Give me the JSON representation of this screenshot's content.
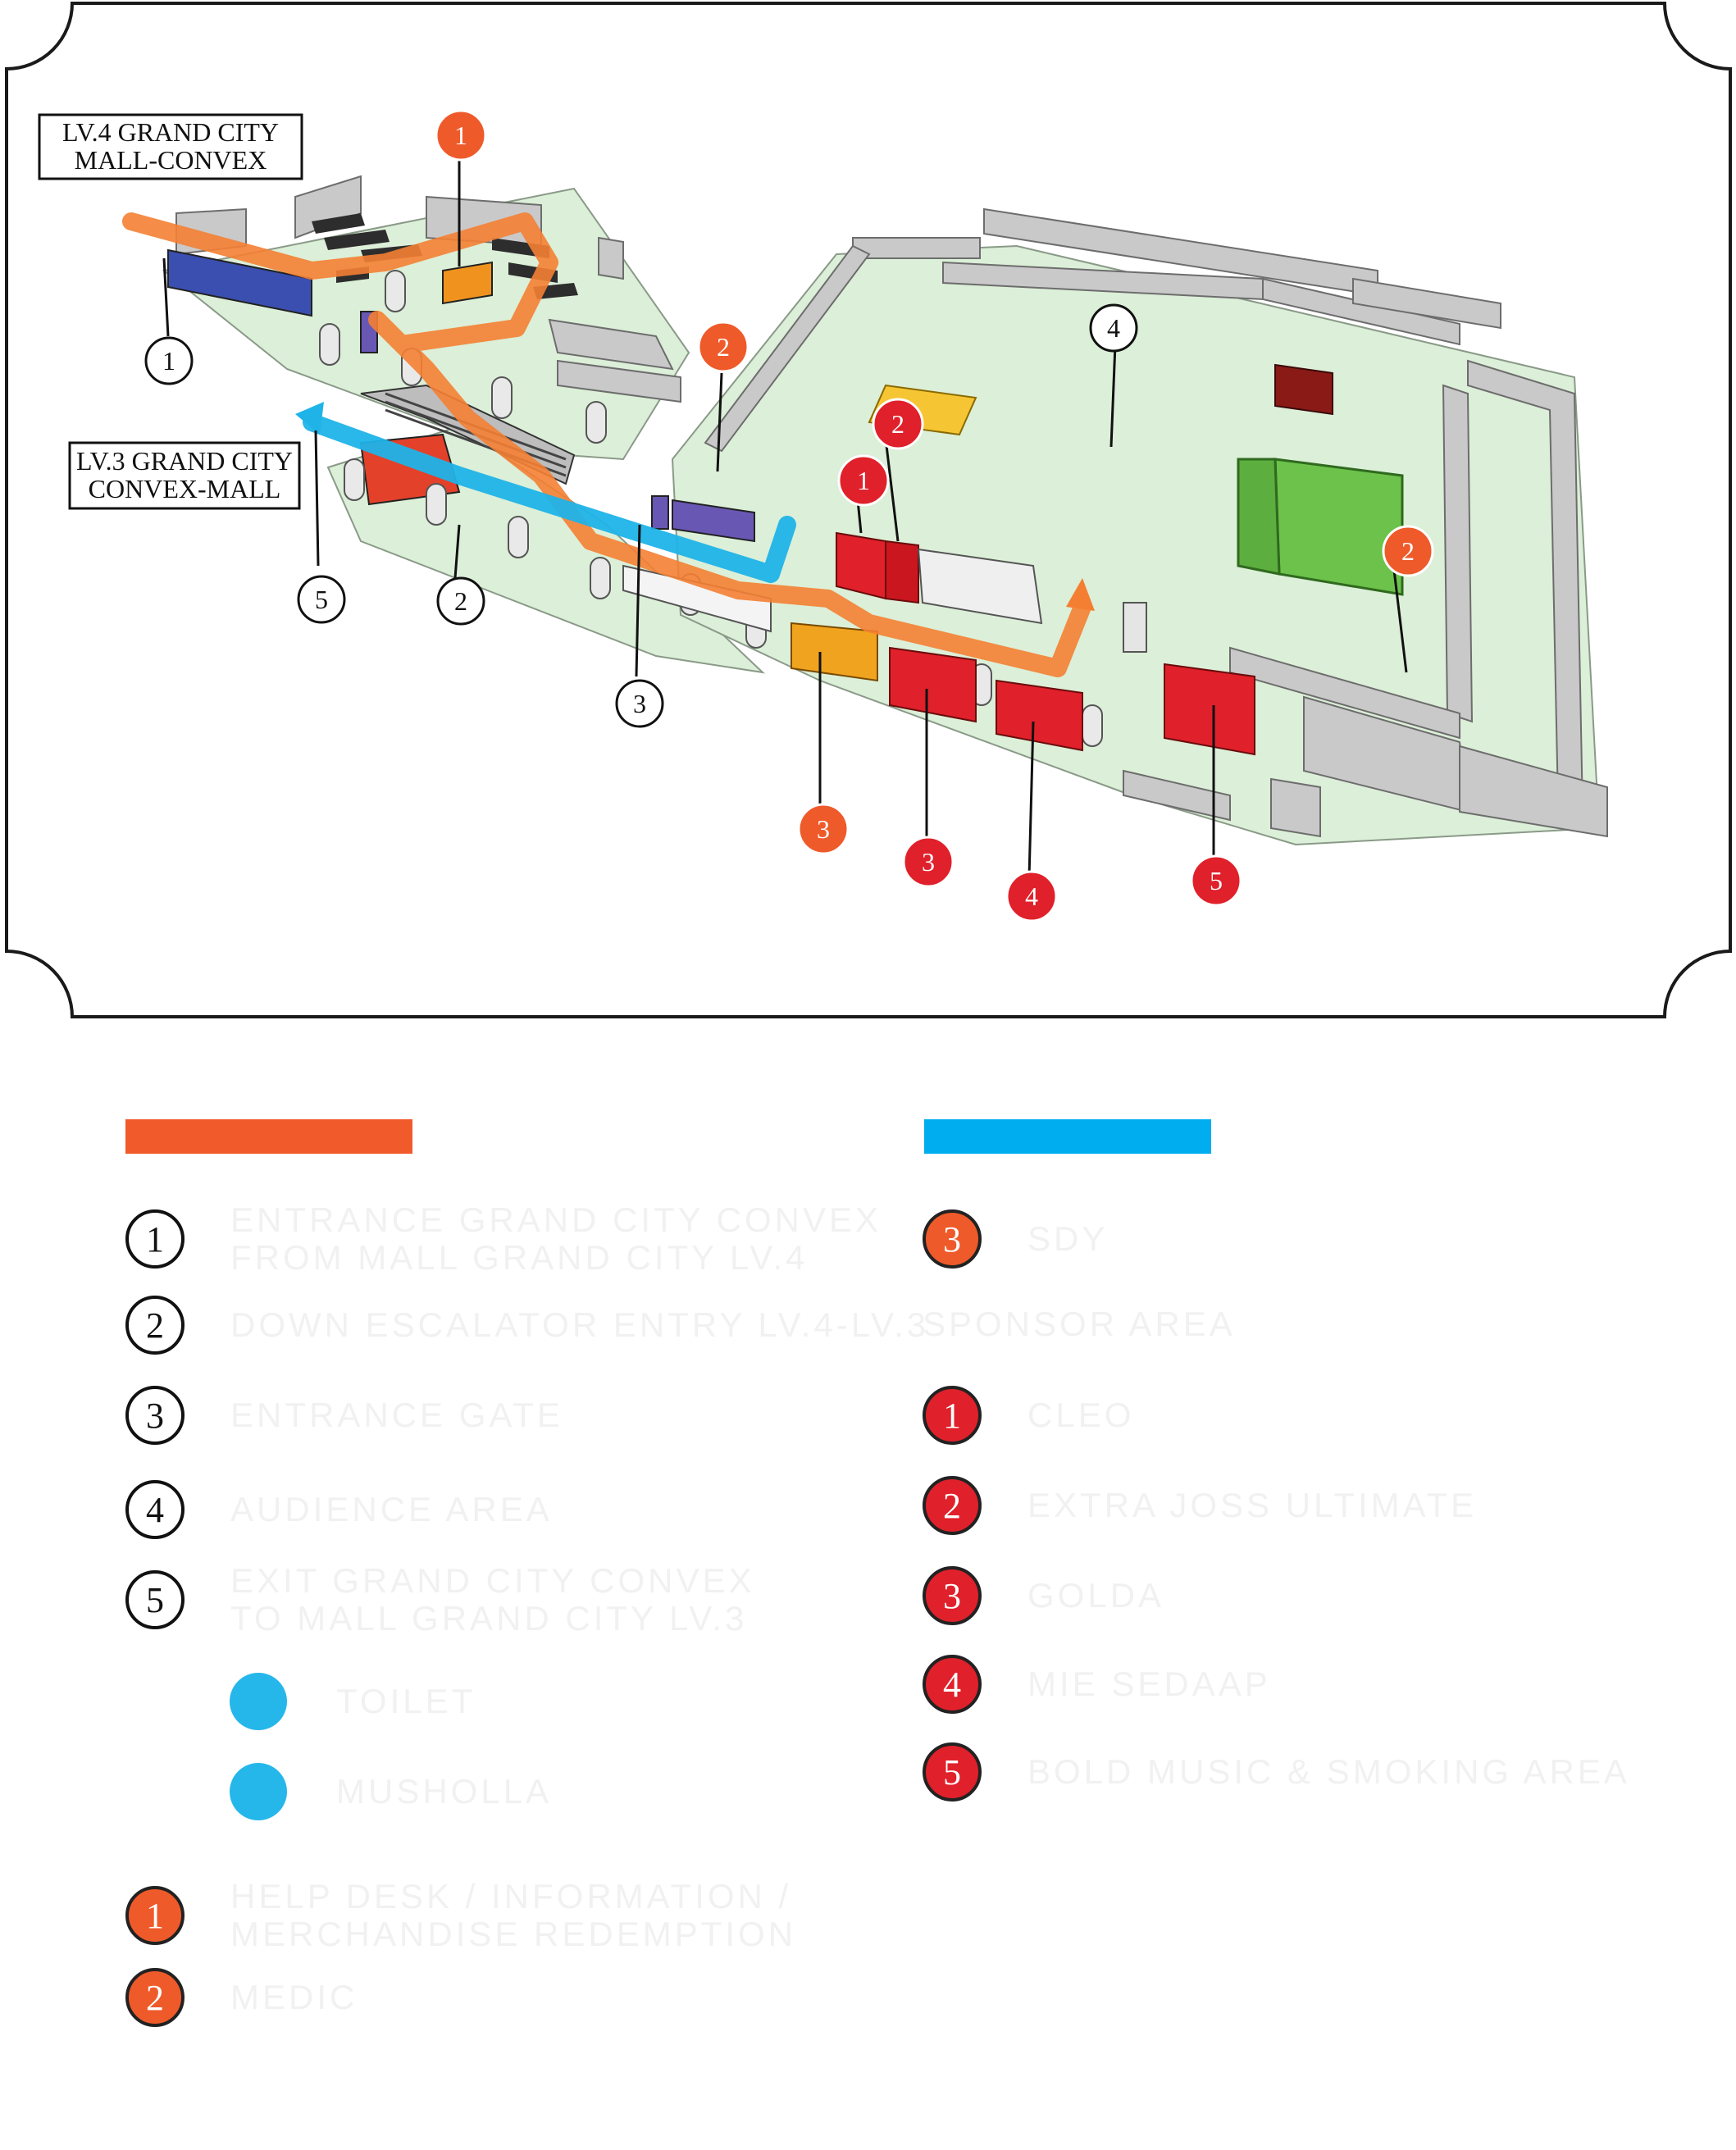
{
  "colors": {
    "route_orange": "#f47f33",
    "route_blue": "#1fb3e8",
    "floor": "#dcefd8",
    "wall": "#c8c8c8",
    "badge_orange": "#ef5a2a",
    "badge_red": "#e0202a",
    "badge_blue": "#26b7ea"
  },
  "map": {
    "level4_label": "LV.4 GRAND CITY\nMALL-CONVEX",
    "level3_label": "LV.3 GRAND CITY\nCONVEX-MALL",
    "markers": [
      {
        "id": "m-white-1",
        "style": "white",
        "label": "1"
      },
      {
        "id": "m-white-2",
        "style": "white",
        "label": "2"
      },
      {
        "id": "m-white-3",
        "style": "white",
        "label": "3"
      },
      {
        "id": "m-white-4",
        "style": "white",
        "label": "4"
      },
      {
        "id": "m-white-5",
        "style": "white",
        "label": "5"
      },
      {
        "id": "m-orange-1",
        "style": "orange",
        "label": "1"
      },
      {
        "id": "m-orange-2a",
        "style": "orange",
        "label": "2"
      },
      {
        "id": "m-orange-2b",
        "style": "orange",
        "label": "2"
      },
      {
        "id": "m-orange-3",
        "style": "orange",
        "label": "3"
      },
      {
        "id": "m-red-1",
        "style": "red",
        "label": "1"
      },
      {
        "id": "m-red-2",
        "style": "red",
        "label": "2"
      },
      {
        "id": "m-red-3",
        "style": "red",
        "label": "3"
      },
      {
        "id": "m-red-4",
        "style": "red",
        "label": "4"
      },
      {
        "id": "m-red-5",
        "style": "red",
        "label": "5"
      }
    ]
  },
  "legend": {
    "left": [
      {
        "badge": "1",
        "style": "white",
        "text": "ENTRANCE GRAND CITY CONVEX\nFROM MALL GRAND CITY LV.4"
      },
      {
        "badge": "2",
        "style": "white",
        "text": "DOWN ESCALATOR ENTRY LV.4-LV.3"
      },
      {
        "badge": "3",
        "style": "white",
        "text": "ENTRANCE GATE"
      },
      {
        "badge": "4",
        "style": "white",
        "text": "AUDIENCE AREA"
      },
      {
        "badge": "5",
        "style": "white",
        "text": "EXIT GRAND CITY CONVEX\nTO MALL GRAND CITY LV.3"
      },
      {
        "badge": "",
        "style": "blue",
        "text": "TOILET"
      },
      {
        "badge": "",
        "style": "blue",
        "text": "MUSHOLLA"
      },
      {
        "badge": "1",
        "style": "orange",
        "text": "HELP DESK / INFORMATION /\nMERCHANDISE REDEMPTION"
      },
      {
        "badge": "2",
        "style": "orange",
        "text": "MEDIC"
      }
    ],
    "right": [
      {
        "badge": "3",
        "style": "orange",
        "text": "SDY"
      },
      {
        "badge": "",
        "style": "none",
        "text": "SPONSOR AREA"
      },
      {
        "badge": "1",
        "style": "red",
        "text": "CLEO"
      },
      {
        "badge": "2",
        "style": "red",
        "text": "EXTRA JOSS ULTIMATE"
      },
      {
        "badge": "3",
        "style": "red",
        "text": "GOLDA"
      },
      {
        "badge": "4",
        "style": "red",
        "text": "MIE SEDAAP"
      },
      {
        "badge": "5",
        "style": "red",
        "text": "BOLD MUSIC & SMOKING AREA"
      }
    ]
  }
}
